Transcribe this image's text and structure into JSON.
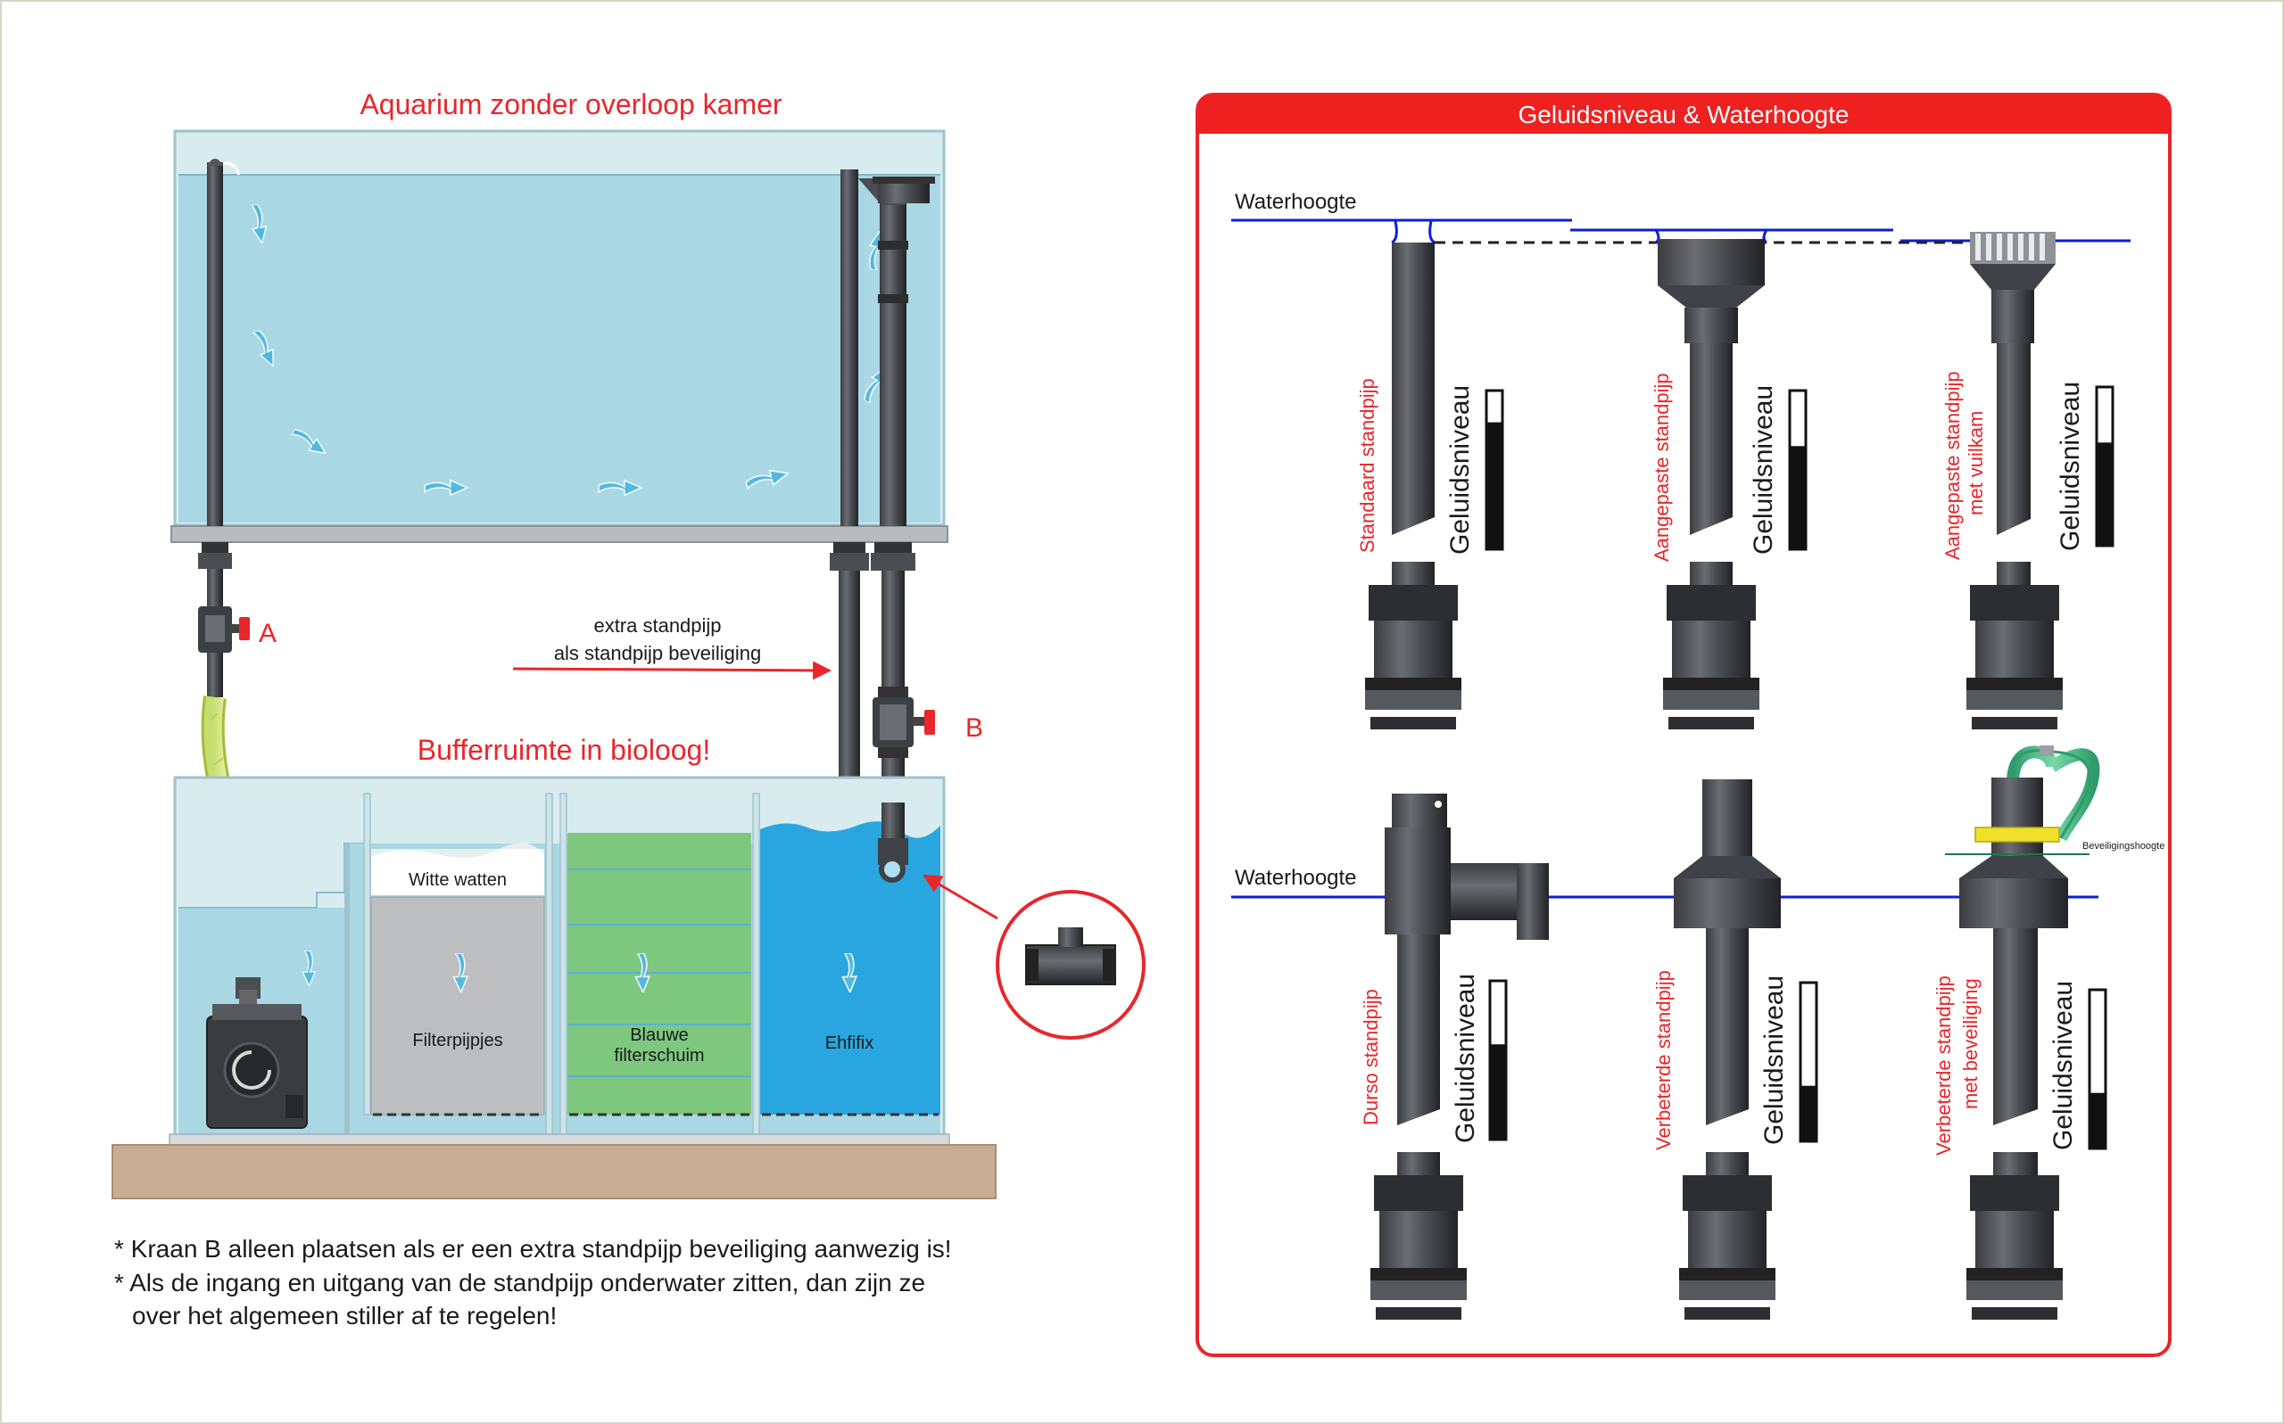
{
  "left": {
    "title": "Aquarium zonder overloop kamer",
    "buffer_title": "Bufferruimte in bioloog!",
    "valve_a": "A",
    "valve_b": "B",
    "extra_line1": "extra standpijp",
    "extra_line2": "als standpijp beveiliging",
    "chambers": {
      "watten": "Witte watten",
      "filterpijpjes": "Filterpijpjes",
      "schuim_line1": "Blauwe",
      "schuim_line2": "filterschuim",
      "ehfifix": "Ehfifix"
    },
    "notes": [
      "* Kraan B alleen plaatsen als er een extra standpijp beveiliging aanwezig is!",
      "* Als de ingang en uitgang van de standpijp onderwater zitten, dan zijn ze",
      "over het algemeen stiller af te regelen!"
    ],
    "colors": {
      "red": "#e8262b",
      "water": "#a9d7e3",
      "blue_water": "#29a6e0",
      "foam": "#7ec77f",
      "base": "#c9ad92"
    }
  },
  "right": {
    "panel_title": "Geluidsniveau & Waterhoogte",
    "water_label_top": "Waterhoogte",
    "water_label_bottom": "Waterhoogte",
    "level_label": "Geluidsniveau",
    "safety_label": "Beveiligingshoogte",
    "pipes": [
      {
        "name_line1": "Standaard standpijp",
        "name_line2": "",
        "level": 0.8
      },
      {
        "name_line1": "Aangepaste standpijp",
        "name_line2": "",
        "level": 0.65
      },
      {
        "name_line1": "Aangepaste standpijp",
        "name_line2": "met vuilkam",
        "level": 0.65
      },
      {
        "name_line1": "Durso standpijp",
        "name_line2": "",
        "level": 0.6
      },
      {
        "name_line1": "Verbeterde standpijp",
        "name_line2": "",
        "level": 0.35
      },
      {
        "name_line1": "Verbeterde standpijp",
        "name_line2": "met beveiliging",
        "level": 0.35
      }
    ]
  }
}
